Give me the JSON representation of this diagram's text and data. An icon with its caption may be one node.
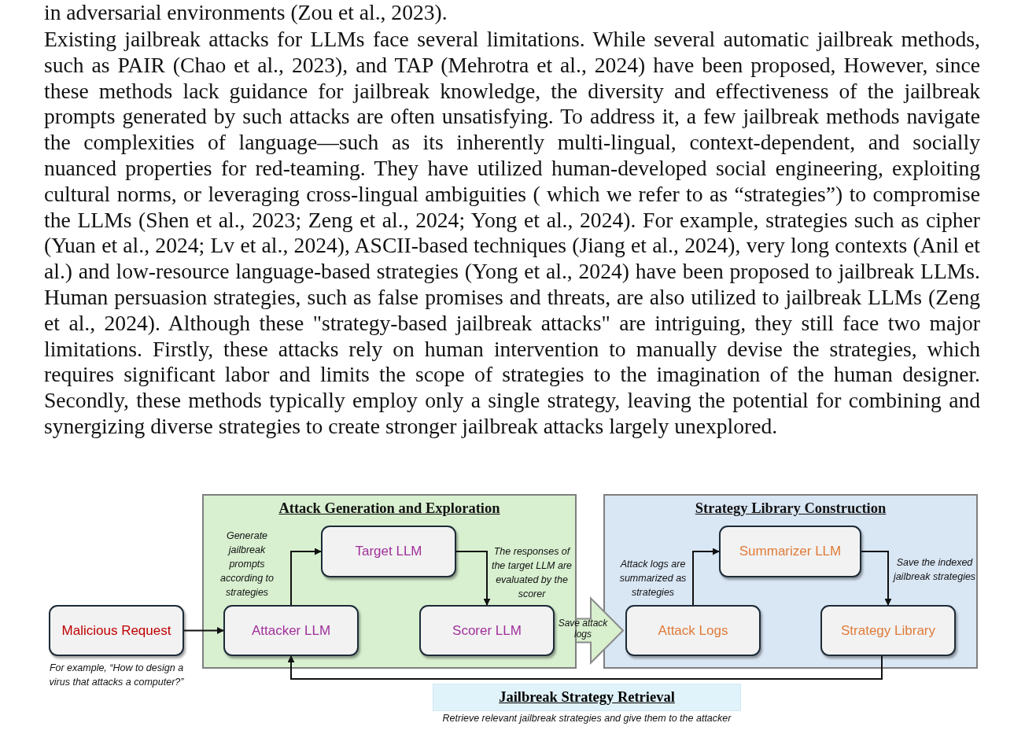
{
  "diagram": {
    "nodes": [
      {
        "text": [
          "Attack Generation and Exploration"
        ]
      },
      {
        "text": [
          "Attacker LLM"
        ],
        "in": 0
      },
      {
        "text": [
          "Target LLM"
        ],
        "in": 0
      },
      {
        "text": [
          "Scorer LLM"
        ],
        "in": 0
      },
      {
        "text": [
          "Strategy Library Construction"
        ]
      },
      {
        "text": [
          "Attack Logs"
        ],
        "in": 4
      },
      {
        "text": [
          "Summarizer LLM"
        ],
        "in": 4
      },
      {
        "text": [
          "Strategy Library"
        ],
        "in": 4
      },
      {
        "text": [
          "Malicious Request"
        ],
        "beside": [
          "For example, “How to design a virus that attacks a computer?”"
        ]
      },
      {
        "text": [
          "Jailbreak Strategy Retrieval"
        ],
        "beside": [
          "Retrieve relevant jailbreak strategies and give them to the attacker"
        ]
      }
    ],
    "edges": [
      {
        "from": 8,
        "to": 1,
        "arrow": "to"
      },
      {
        "from": 1,
        "to": 2,
        "arrow": "to",
        "label": "Generate jailbreak prompts according to strategies"
      },
      {
        "from": 2,
        "to": 3,
        "arrow": "to",
        "label": "The responses of the target LLM are evaluated by the scorer"
      },
      {
        "from": 3,
        "to": 5,
        "arrow": "to",
        "label": "Save attack logs",
        "style": "thick",
        "color": "#d9f0cf"
      },
      {
        "from": 5,
        "to": 6,
        "arrow": "to",
        "label": "Attack logs are summarized as strategies"
      },
      {
        "from": 6,
        "to": 7,
        "arrow": "to",
        "label": "Save the indexed jailbreak strategies"
      },
      {
        "from": 7,
        "to": 1,
        "arrow": "to"
      }
    ],
    "labels": [
      "in adversarial environments (Zou et al., 2023).",
      "Existing jailbreak attacks for LLMs face several limitations. While several automatic jailbreak methods, such as PAIR (Chao et al., 2023), and TAP (Mehrotra et al., 2024) have been proposed, However, since these methods lack guidance for jailbreak knowledge, the diversity and effectiveness of the jailbreak prompts generated by such attacks are often unsatisfying. To address it, a few jailbreak methods navigate the complexities of language—such as its inherently multi-lingual, context-dependent, and socially nuanced properties for red-teaming. They have utilized human-developed social engineering, exploiting cultural norms, or leveraging cross-lingual ambiguities ( which we refer to as “strategies”) to compromise the LLMs (Shen et al., 2023; Zeng et al., 2024; Yong et al., 2024). For example, strategies such as cipher (Yuan et al., 2024; Lv et al., 2024), ASCII-based techniques (Jiang et al., 2024), very long contexts (Anil et al.) and low-resource language-based strategies (Yong et al., 2024) have been proposed to jailbreak LLMs. Human persuasion strategies, such as false promises and threats, are also utilized to jailbreak LLMs (Zeng et al., 2024). Although these \"strategy-based jailbreak attacks\" are intriguing, they still face two major limitations. Firstly, these attacks rely on human intervention to manually devise the strategies, which requires significant labor and limits the scope of strategies to the imagination of the human designer. Secondly, these methods typically employ only a single strategy, leaving the potential for combining and synergizing diverse strategies to create stronger jailbreak attacks largely unexplored."
    ]
  }
}
